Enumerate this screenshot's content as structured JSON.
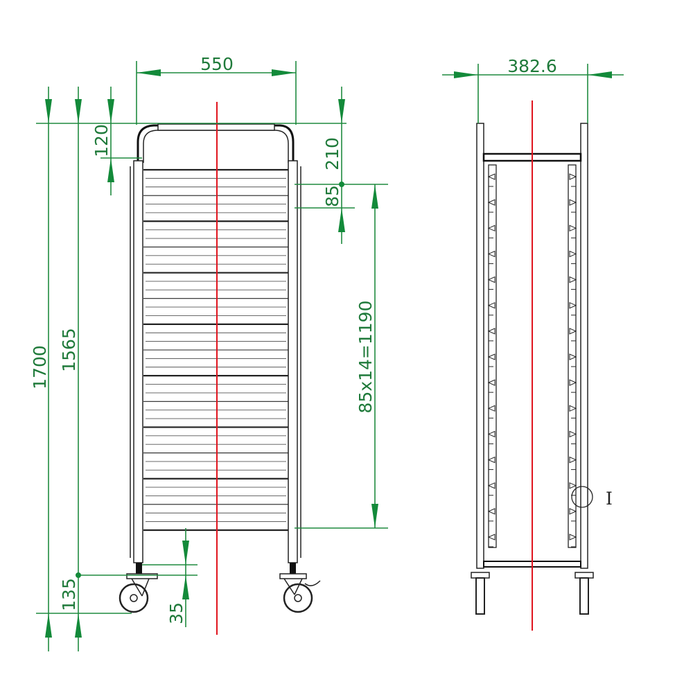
{
  "front_view": {
    "width_label": "550",
    "height_total_label": "1700",
    "height_frame_label": "1565",
    "top_arc_label": "120",
    "top_to_first_label": "210",
    "pitch_label": "85",
    "rack_span_label": "85x14=1190",
    "base_label": "135",
    "caster_label": "35",
    "shelf_count": 15
  },
  "side_view": {
    "depth_label": "382.6",
    "detail_label": "I",
    "runner_count": 15
  },
  "colors": {
    "dimension": "#1f8a3f",
    "centerline": "#e0141e",
    "outline": "#222222"
  }
}
